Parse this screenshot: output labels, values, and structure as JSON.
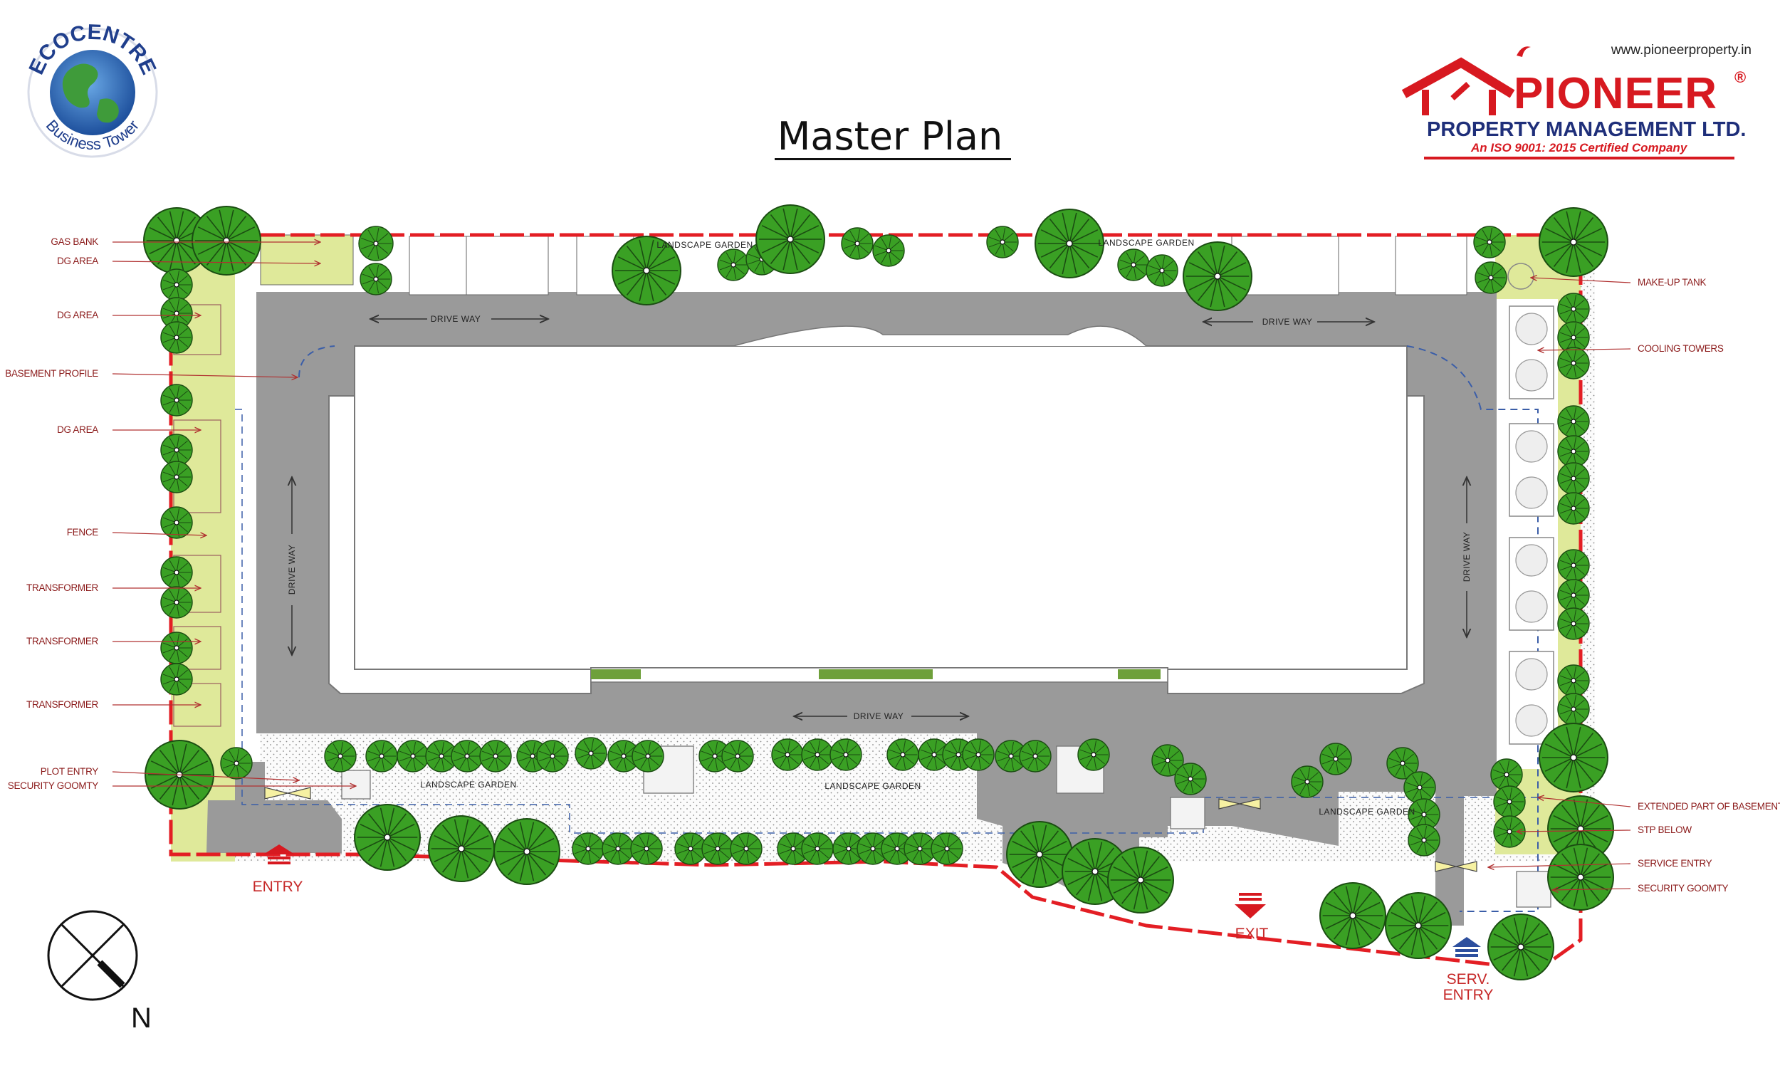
{
  "title": "Master Plan",
  "logo_left": {
    "line1": "ECOCENTRE",
    "line2": "Business Tower"
  },
  "brand": {
    "website": "www.pioneerproperty.in",
    "name": "PIONEER",
    "reg_mark": "®",
    "subtitle": "PROPERTY MANAGEMENT LTD.",
    "tagline": "An ISO 9001: 2015 Certified Company",
    "color": "#d71920"
  },
  "left_callouts": [
    "GAS BANK",
    "DG AREA",
    "DG AREA",
    "BASEMENT PROFILE",
    "DG AREA",
    "FENCE",
    "TRANSFORMER",
    "TRANSFORMER",
    "TRANSFORMER",
    "PLOT ENTRY",
    "SECURITY GOOMTY"
  ],
  "right_callouts": [
    "MAKE-UP TANK",
    "COOLING TOWERS",
    "EXTENDED PART OF BASEMENT",
    "STP BELOW",
    "SERVICE ENTRY",
    "SECURITY GOOMTY"
  ],
  "map_labels": {
    "drive_way": "DRIVE WAY",
    "landscape_garden": "LANDSCAPE GARDEN"
  },
  "gates": {
    "entry": "ENTRY",
    "exit": "EXIT",
    "service_line1": "SERV.",
    "service_line2": "ENTRY"
  },
  "north": "N",
  "colors": {
    "road": "#9a9a9a",
    "tree": "#3aa024",
    "boundary": "#e31e24",
    "lawn": "#dfe99a"
  }
}
